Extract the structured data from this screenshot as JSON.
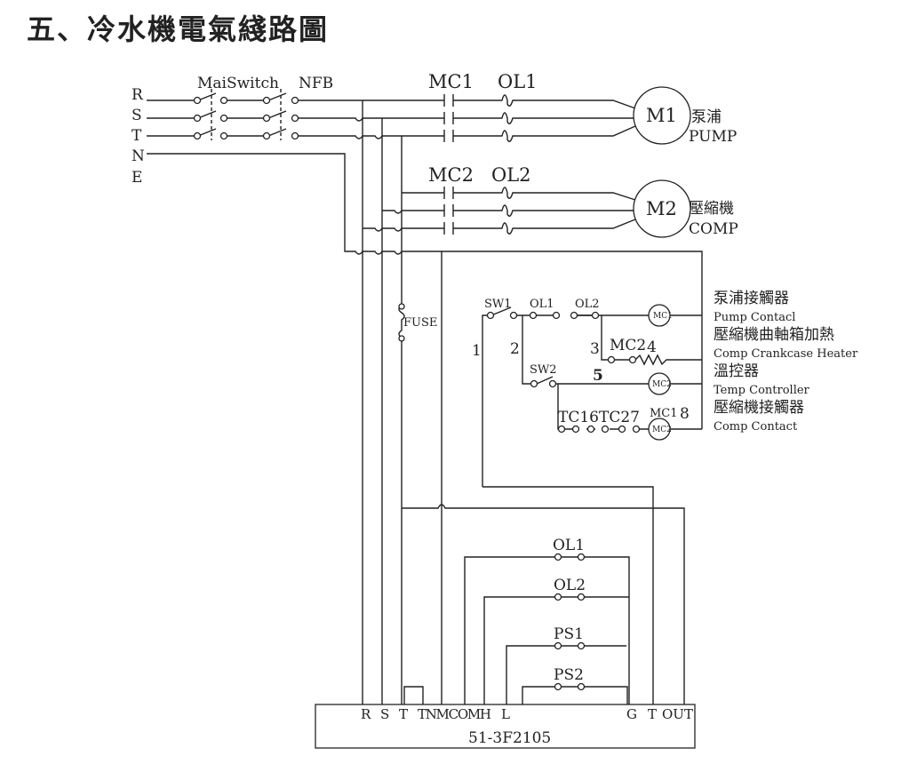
{
  "title": "五、冷水機電氣綫路圖",
  "inputs": {
    "R": "R",
    "S": "S",
    "T": "T",
    "N": "N",
    "E": "E"
  },
  "switch_labels": {
    "main": "MaiSwitch",
    "nfb": "NFB"
  },
  "power": {
    "mc1": "MC1",
    "ol1": "OL1",
    "mc2": "MC2",
    "ol2": "OL2",
    "m1": "M1",
    "m1_cn": "泵浦",
    "m1_en": "PUMP",
    "m2": "M2",
    "m2_cn": "壓縮機",
    "m2_en": "COMP",
    "fuse": "FUSE"
  },
  "control": {
    "sw1": "SW1",
    "ol1": "OL1",
    "ol2": "OL2",
    "sw2": "SW2",
    "n1": "1",
    "n2": "2",
    "n3": "3",
    "mc2_contact": "MC2",
    "n4": "4",
    "n5": "5",
    "tc": "TC16TC27",
    "mc1_contact": "MC1",
    "n8": "8",
    "coil_mc1": "MC1",
    "coil_mc2": "MC2",
    "coil_mc2b": "MC2"
  },
  "legend": [
    {
      "cn": "泵浦接觸器",
      "en": "Pump Contacl"
    },
    {
      "cn": "壓縮機曲軸箱加熱",
      "en": "Comp Crankcase Heater"
    },
    {
      "cn": "溫控器",
      "en": "Temp Controller"
    },
    {
      "cn": "壓縮機接觸器",
      "en": "Comp Contact"
    }
  ],
  "interlocks": [
    "OL1",
    "OL2",
    "PS1",
    "PS2"
  ],
  "terminal": {
    "terminals": [
      "R",
      "S",
      "T",
      "TNMCOMH",
      "L",
      "G",
      "T",
      "OUT"
    ],
    "model": "51-3F2105"
  }
}
